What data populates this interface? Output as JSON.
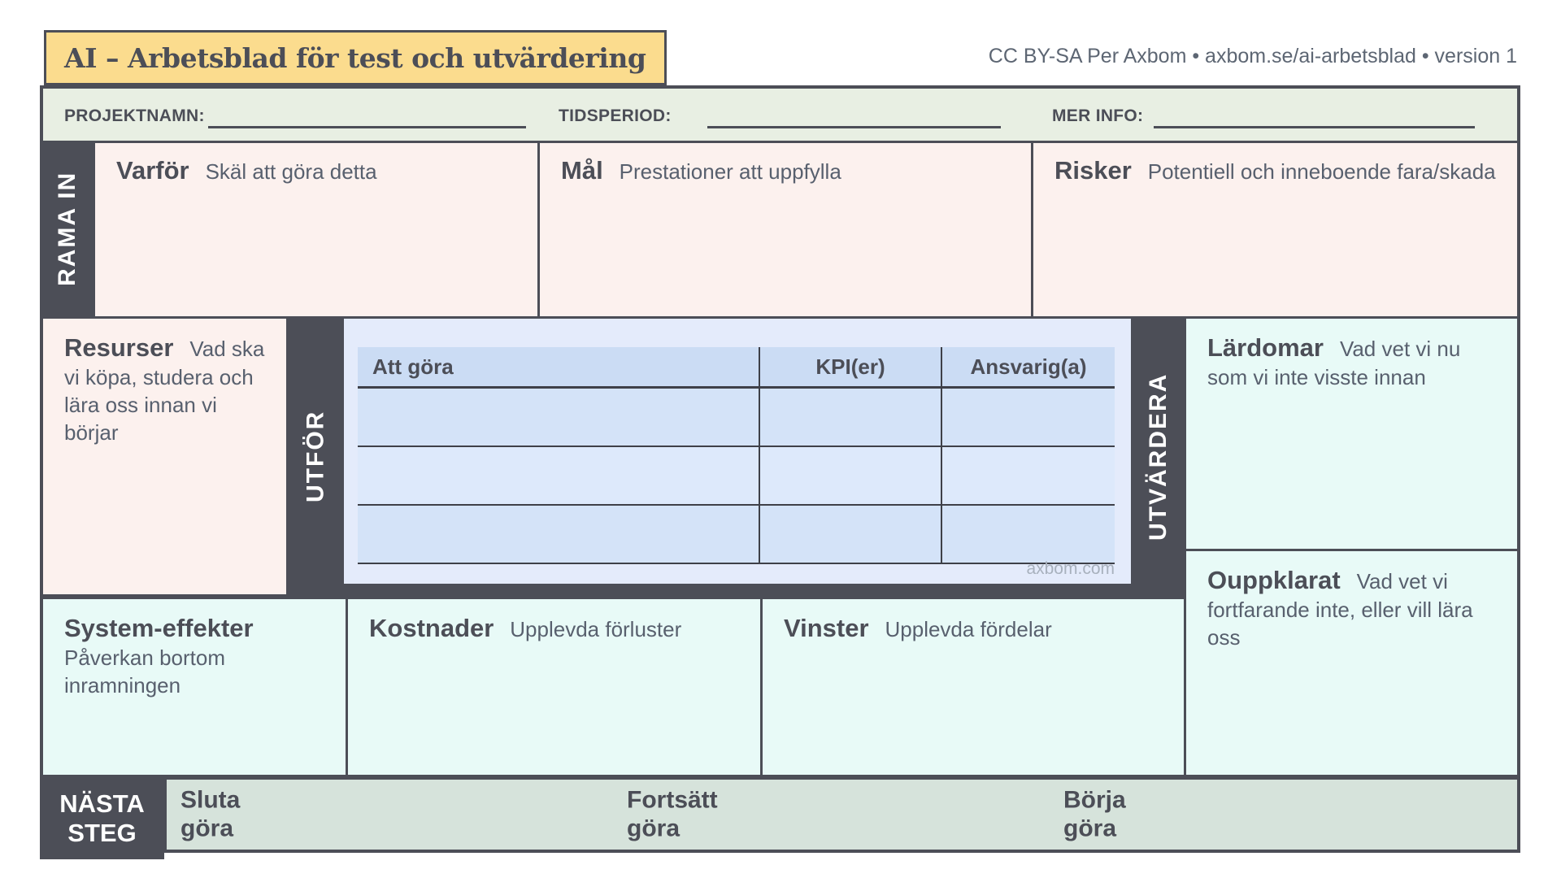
{
  "title": "AI – Arbetsblad för test och utvärdering",
  "credit": "CC BY-SA Per Axbom • axbom.se/ai-arbetsblad • version 1",
  "colors": {
    "dark": "#4C4E57",
    "title_bg": "#FBDC8E",
    "header_row_bg": "#E8EFE3",
    "footer_strip_bg": "#D6E3DB",
    "frame_pink": "#FCF1EE",
    "frame_cyan": "#E8FAF7",
    "table_zone_bg": "#E4EBFB",
    "table_header_bg": "#CBDCF4",
    "table_row_a": "#D4E3F8",
    "table_row_b": "#DDE9FB"
  },
  "header_fields": [
    {
      "label": "PROJEKTNAMN:",
      "value": ""
    },
    {
      "label": "TIDSPERIOD:",
      "value": ""
    },
    {
      "label": "MER INFO:",
      "value": ""
    }
  ],
  "rama_in": {
    "label": "RAMA IN",
    "cells": [
      {
        "title": "Varför",
        "subtitle": "Skäl att göra detta",
        "value": ""
      },
      {
        "title": "Mål",
        "subtitle": "Prestationer att uppfylla",
        "value": ""
      },
      {
        "title": "Risker",
        "subtitle": "Potentiell och inneboende fara/skada",
        "value": ""
      }
    ]
  },
  "resurser": {
    "title": "Resurser",
    "subtitle": "Vad ska vi köpa, studera och lära oss innan vi börjar",
    "value": ""
  },
  "utfor": {
    "label": "UTFÖR",
    "table": {
      "columns": [
        "Att göra",
        "KPI(er)",
        "Ansvarig(a)"
      ],
      "rows": [
        {
          "att_gora": "",
          "kpi": "",
          "ansvarig": ""
        },
        {
          "att_gora": "",
          "kpi": "",
          "ansvarig": ""
        },
        {
          "att_gora": "",
          "kpi": "",
          "ansvarig": ""
        }
      ]
    },
    "watermark": "axbom.com"
  },
  "utvardera": {
    "label": "UTVÄRDERA",
    "cells": [
      {
        "title": "Lärdomar",
        "subtitle": "Vad vet vi nu som vi inte visste innan",
        "value": ""
      },
      {
        "title": "Ouppklarat",
        "subtitle": "Vad vet vi fortfarande inte, eller vill lära oss",
        "value": ""
      }
    ]
  },
  "bottom_cells": [
    {
      "title": "System-effekter",
      "subtitle": "Påverkan bortom inramningen",
      "value": ""
    },
    {
      "title": "Kostnader",
      "subtitle": "Upplevda förluster",
      "value": ""
    },
    {
      "title": "Vinster",
      "subtitle": "Upplevda fördelar",
      "value": ""
    }
  ],
  "nasta_steg": {
    "label": "NÄSTA STEG",
    "items": [
      "Sluta göra",
      "Fortsätt göra",
      "Börja göra"
    ]
  }
}
